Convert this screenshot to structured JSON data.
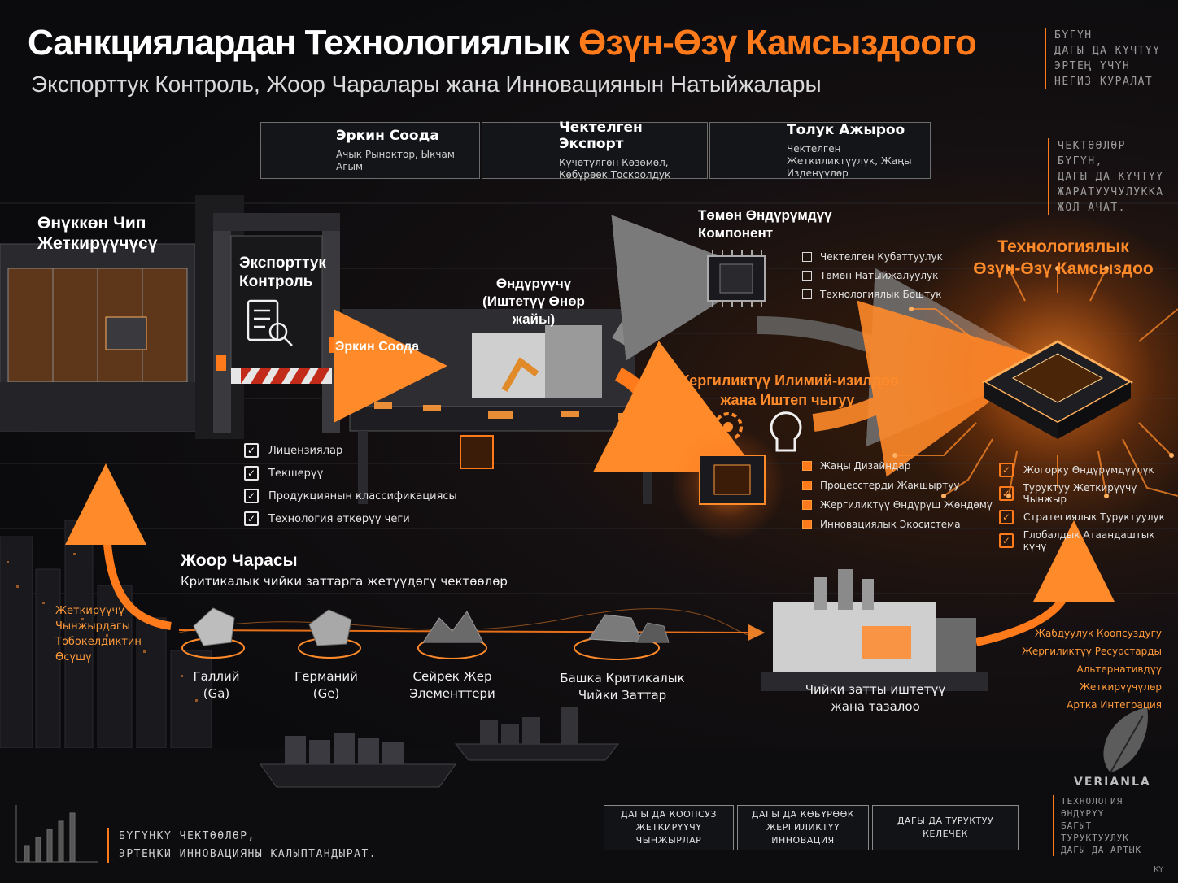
{
  "header": {
    "title_main": "Санкциялардан Технологиялык",
    "title_accent": "Өзүн-Өзү Камсыздоого",
    "subtitle": "Экспорттук Контроль, Жоор Чаралары жана Инновациянын Натыйжалары"
  },
  "side_notes": {
    "top": [
      "БҮГҮН",
      "ДАГЫ ДА КҮЧТҮҮ",
      "ЭРТЕҢ ҮЧҮН",
      "НЕГИЗ КУРАЛАТ"
    ],
    "middle": [
      "ЧЕКТӨӨЛӨР",
      "БҮГҮН,",
      "ДАГЫ ДА КҮЧТҮҮ",
      "ЖАРАТУУЧУЛУККА",
      "ЖОЛ АЧАТ."
    ]
  },
  "stages": [
    {
      "title": "Эркин Соода",
      "desc": "Ачык Рыноктор, Ыкчам Агым",
      "icon": "globe-icon"
    },
    {
      "title": "Чектелген Экспорт",
      "desc": "Күчөтүлгөн Көзөмөл, Көбүрөөк Тоскоолдук",
      "icon": "document-icon"
    },
    {
      "title": "Толук Ажыроо",
      "desc": "Чектелген Жеткиликтүүлүк, Жаңы Изденүүлөр",
      "icon": "broken-link-icon"
    }
  ],
  "supplier": {
    "label_line1": "Өнүккөн Чип",
    "label_line2": "Жеткирүүчүсү"
  },
  "export_control": {
    "label_line1": "Экспорттук",
    "label_line2": "Контроль",
    "checks": [
      "Лицензиялар",
      "Текшерүү",
      "Продукциянын классификациясы",
      "Технология өткөрүү чеги"
    ]
  },
  "free_trade_arrow_label": "Эркин Соода",
  "manufacturer": {
    "label_line1": "Өндүрүүчү",
    "label_line2": "(Иштетүү Өнөр жайы)"
  },
  "low_component": {
    "label_line1": "Төмөн Өндүрүмдүү",
    "label_line2": "Компонент",
    "items": [
      "Чектелген Кубаттуулук",
      "Төмөн Натыйжалуулук",
      "Технологиялык Боштук"
    ]
  },
  "local_rnd": {
    "label_line1": "Жергиликтүү Илимий-изилдөө",
    "label_line2": "жана Иштеп чыгуу",
    "items": [
      "Жаңы Дизайндар",
      "Процесстерди Жакшыртуу",
      "Жергиликтүү Өндүрүш Жөндөмү",
      "Инновациялык Экосистема"
    ]
  },
  "self_sufficiency": {
    "label_line1": "Технологиялык",
    "label_line2": "Өзүн-Өзү Камсыздоо",
    "checks": [
      "Жогорку Өндүрүмдүүлүк",
      "Туруктуу Жеткирүүчү Чынжыр",
      "Стратегиялык Туруктуулук",
      "Глобалдык Атаандаштык күчү"
    ]
  },
  "sanctions": {
    "title": "Жоор Чарасы",
    "desc": "Критикалык чийки заттарга жетүүдөгү чектөөлөр",
    "materials": [
      {
        "line1": "Галлий",
        "line2": "(Ga)"
      },
      {
        "line1": "Германий",
        "line2": "(Ge)"
      },
      {
        "line1": "Сейрек Жер",
        "line2": "Элементтери"
      },
      {
        "line1": "Башка Критикалык",
        "line2": "Чийки Заттар"
      }
    ],
    "processing_line1": "Чийки затты иштетүү",
    "processing_line2": "жана тазалоо"
  },
  "risk_label": [
    "Жеткирүүчү",
    "Чынжырдагы",
    "Тобокелдиктин",
    "Өсүшү"
  ],
  "resilience_label": [
    "Жабдуулук Коопсуздугу",
    "Жергиликтүү Ресурстарды",
    "Альтернативдүү Жеткирүүчүлөр",
    "Артка Интеграция"
  ],
  "footer_quote": [
    "БҮГҮНКҮ ЧЕКТӨӨЛӨР,",
    "ЭРТЕҢКИ ИННОВАЦИЯНЫ КАЛЫПТАНДЫРАТ."
  ],
  "bottom_chevrons": [
    {
      "line1": "ДАГЫ ДА КООПСУЗ",
      "line2": "ЖЕТКИРҮҮЧҮ ЧЫНЖЫРЛАР"
    },
    {
      "line1": "ДАГЫ ДА КӨБҮРӨӨК",
      "line2": "ЖЕРГИЛИКТҮҮ ИННОВАЦИЯ"
    },
    {
      "line1": "ДАГЫ ДА ТУРУКТУУ",
      "line2": "КЕЛЕЧЕК"
    }
  ],
  "brand": {
    "name": "VERIANLA",
    "tagline": [
      "ТЕХНОЛОГИЯ",
      "ӨНДҮРҮҮ",
      "БАГЫТ",
      "ТУРУКТУУЛУК",
      "ДАГЫ ДА АРТЫК"
    ],
    "lang": "KY"
  },
  "colors": {
    "accent": "#ff7a1a",
    "background": "#0b0b0d",
    "panel": "#141518"
  }
}
